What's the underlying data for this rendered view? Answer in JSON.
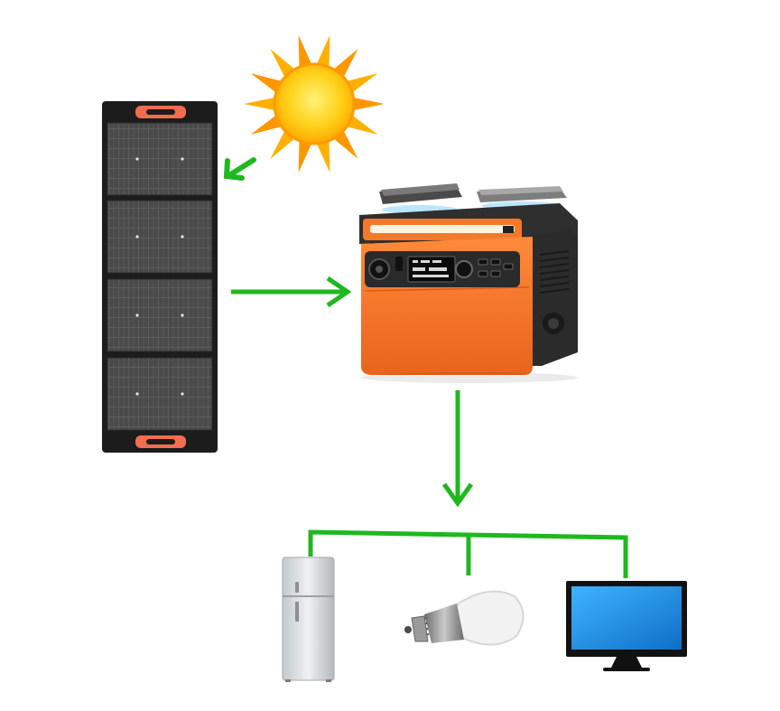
{
  "diagram": {
    "nodes": [
      {
        "id": "sun",
        "icon": "sun-icon"
      },
      {
        "id": "solar-panel",
        "icon": "solar-panel-icon"
      },
      {
        "id": "power-station",
        "icon": "portable-power-station-icon"
      },
      {
        "id": "refrigerator",
        "icon": "refrigerator-icon"
      },
      {
        "id": "light-bulb",
        "icon": "light-bulb-icon"
      },
      {
        "id": "monitor",
        "icon": "monitor-icon"
      }
    ],
    "flows": [
      {
        "from": "sun",
        "to": "solar-panel"
      },
      {
        "from": "solar-panel",
        "to": "power-station"
      },
      {
        "from": "power-station",
        "to": [
          "refrigerator",
          "light-bulb",
          "monitor"
        ]
      }
    ]
  },
  "colors": {
    "arrow": "#1fb81f",
    "sun_core": "#ffc000",
    "sun_rays": "#ff9d00",
    "panel_frame": "#222222",
    "panel_cells": "#5a5a5a",
    "panel_handle": "#f26d4f",
    "station_body": "#f5792a",
    "station_dark": "#2d2d2d",
    "fridge": "#d9dde0",
    "bulb_glass": "#f4f4f4",
    "bulb_base": "#8c8c8c",
    "screen": "#1e8fe6"
  }
}
